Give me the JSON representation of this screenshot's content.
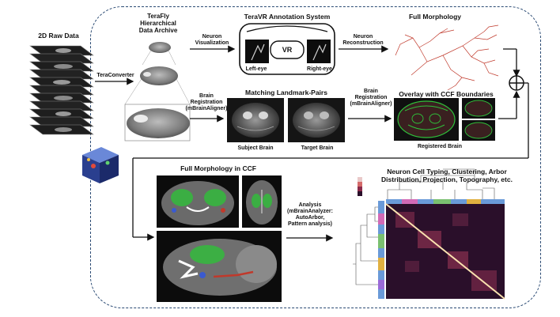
{
  "labels": {
    "raw_data": "2D Raw Data",
    "teraconverter": "TeraConverter",
    "terafly_line1": "TeraFly",
    "terafly_line2": "Hierarchical",
    "terafly_line3": "Data Archive",
    "neuron_vis_line1": "Neuron",
    "neuron_vis_line2": "Visualization",
    "teravr": "TeraVR Annotation System",
    "vr": "VR",
    "left_eye": "Left-eye",
    "right_eye": "Right-eye",
    "neuron_recon_line1": "Neuron",
    "neuron_recon_line2": "Reconstruction",
    "full_morphology": "Full Morphology",
    "brain_reg_line1": "Brain",
    "brain_reg_line2": "Registration",
    "brain_reg_line3": "(mBrainAligner)",
    "matching": "Matching Landmark-Pairs",
    "subject_brain": "Subject Brain",
    "target_brain": "Target Brain",
    "brain_reg2_line1": "Brain",
    "brain_reg2_line2": "Registration",
    "brain_reg2_line3": "(mBrainAligner)",
    "overlay_ccf": "Overlay with CCF Boundaries",
    "registered_brain": "Registered Brain",
    "vaa3d": "Vaa3D",
    "full_morph_ccf": "Full Morphology in CCF",
    "analysis_line1": "Analysis",
    "analysis_line2": "(mBrainAnalyzer:",
    "analysis_line3": "AutoArbor,",
    "analysis_line4": "Pattern analysis)",
    "typing_line1": "Neuron Cell Typing, Clustering, Arbor",
    "typing_line2": "Distribution, Projection, Topography, etc."
  },
  "colors": {
    "frame_dash": "#2a4a73",
    "arrow": "#111111",
    "ccf_green": "#2fbf3a",
    "morph_red": "#c0392b",
    "heatmap_high": "#fbe3b0",
    "heatmap_low": "#1a0b1e"
  },
  "icons": {
    "merge": "circle-plus-icon",
    "vaa3d_logo": "vaa3d-cube-logo"
  }
}
